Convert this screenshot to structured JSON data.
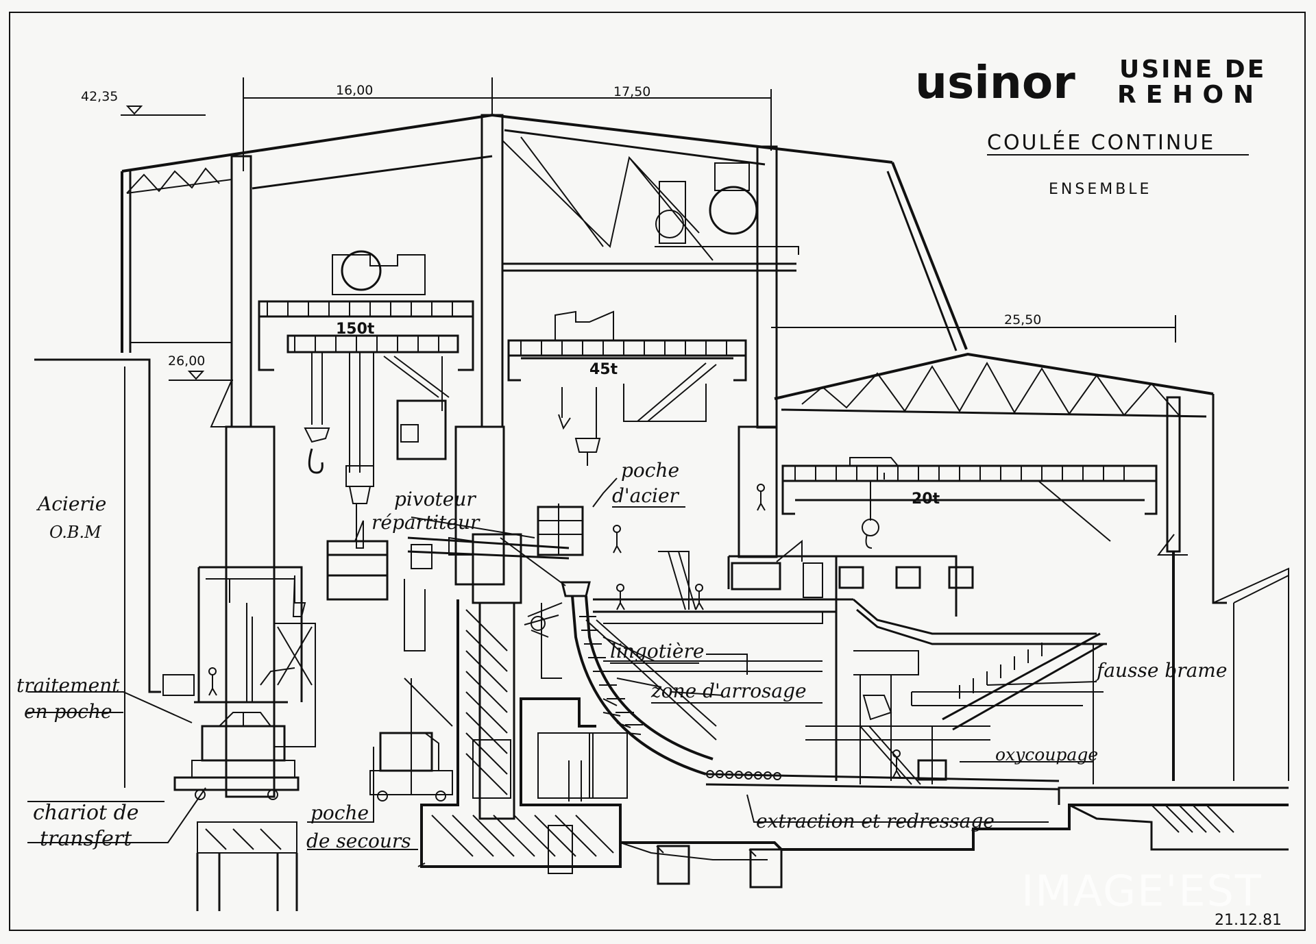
{
  "header": {
    "logo": "usinor",
    "plant_line1": "USINE DE",
    "plant_line2": "REHON",
    "title": "COULÉE CONTINUE",
    "subtitle": "ENSEMBLE"
  },
  "dimensions": {
    "elev_top": "42,35",
    "elev_mid": "26,00",
    "span_a": "16,00",
    "span_b": "17,50",
    "span_c": "25,50"
  },
  "cranes": {
    "crane_a": "150t",
    "crane_b": "45t",
    "crane_c": "20t"
  },
  "labels": {
    "acierie_1": "Acierie",
    "acierie_2": "O.B.M",
    "poche_acier_1": "poche",
    "poche_acier_2": "d'acier",
    "pivoteur": "pivoteur",
    "repartiteur": "répartiteur",
    "lingotiere": "lingotière",
    "zone_arrosage": "zone d'arrosage",
    "fausse_brame": "fausse brame",
    "traitement_1": "traitement",
    "traitement_2": "en poche",
    "oxycoupage": "oxycoupage",
    "chariot_1": "chariot de",
    "chariot_2": "transfert",
    "secours_1": "poche",
    "secours_2": "de secours",
    "extraction": "extraction et redressage"
  },
  "footer": {
    "watermark": "IMAGE'EST",
    "date": "21.12.81"
  }
}
